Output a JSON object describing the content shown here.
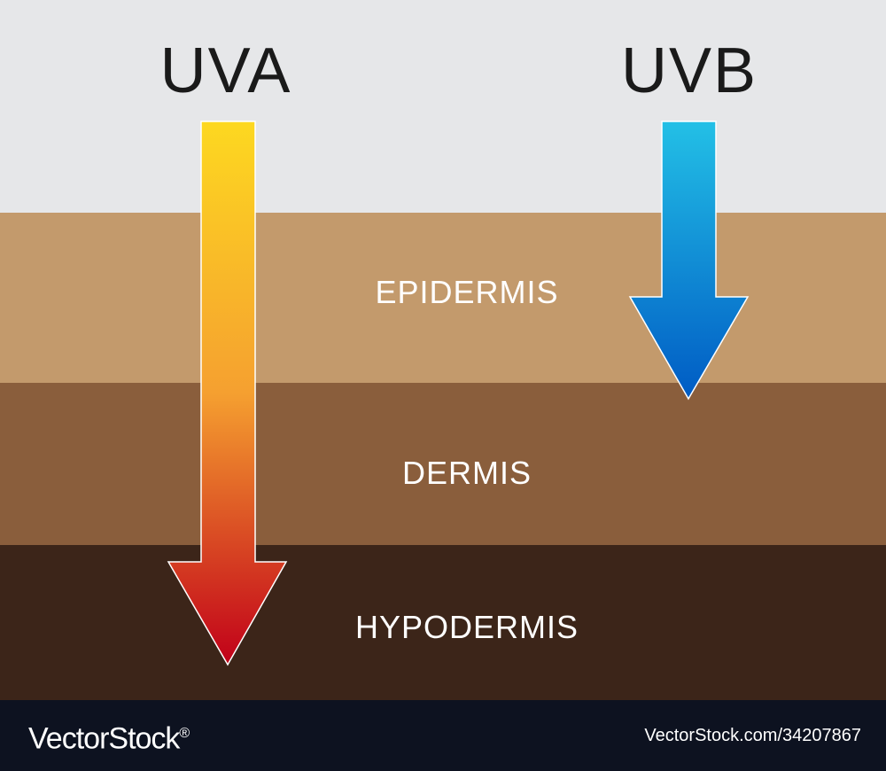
{
  "rays": {
    "uva": {
      "label": "UVA",
      "gradient_top": "#fdd820",
      "gradient_mid": "#f5a030",
      "gradient_bottom": "#c10019"
    },
    "uvb": {
      "label": "UVB",
      "gradient_top": "#23c0e6",
      "gradient_bottom": "#005bc4"
    }
  },
  "layers": {
    "epidermis": {
      "label": "EPIDERMIS",
      "color": "#c39a6c"
    },
    "dermis": {
      "label": "DERMIS",
      "color": "#8a5e3c"
    },
    "hypodermis": {
      "label": "HYPODERMIS",
      "color": "#3c2519"
    }
  },
  "colors": {
    "sky": "#e6e7e9",
    "footer": "#0d1220"
  },
  "footer": {
    "brand_name": "VectorStock",
    "brand_mark": "®",
    "image_id": "VectorStock.com/34207867"
  }
}
